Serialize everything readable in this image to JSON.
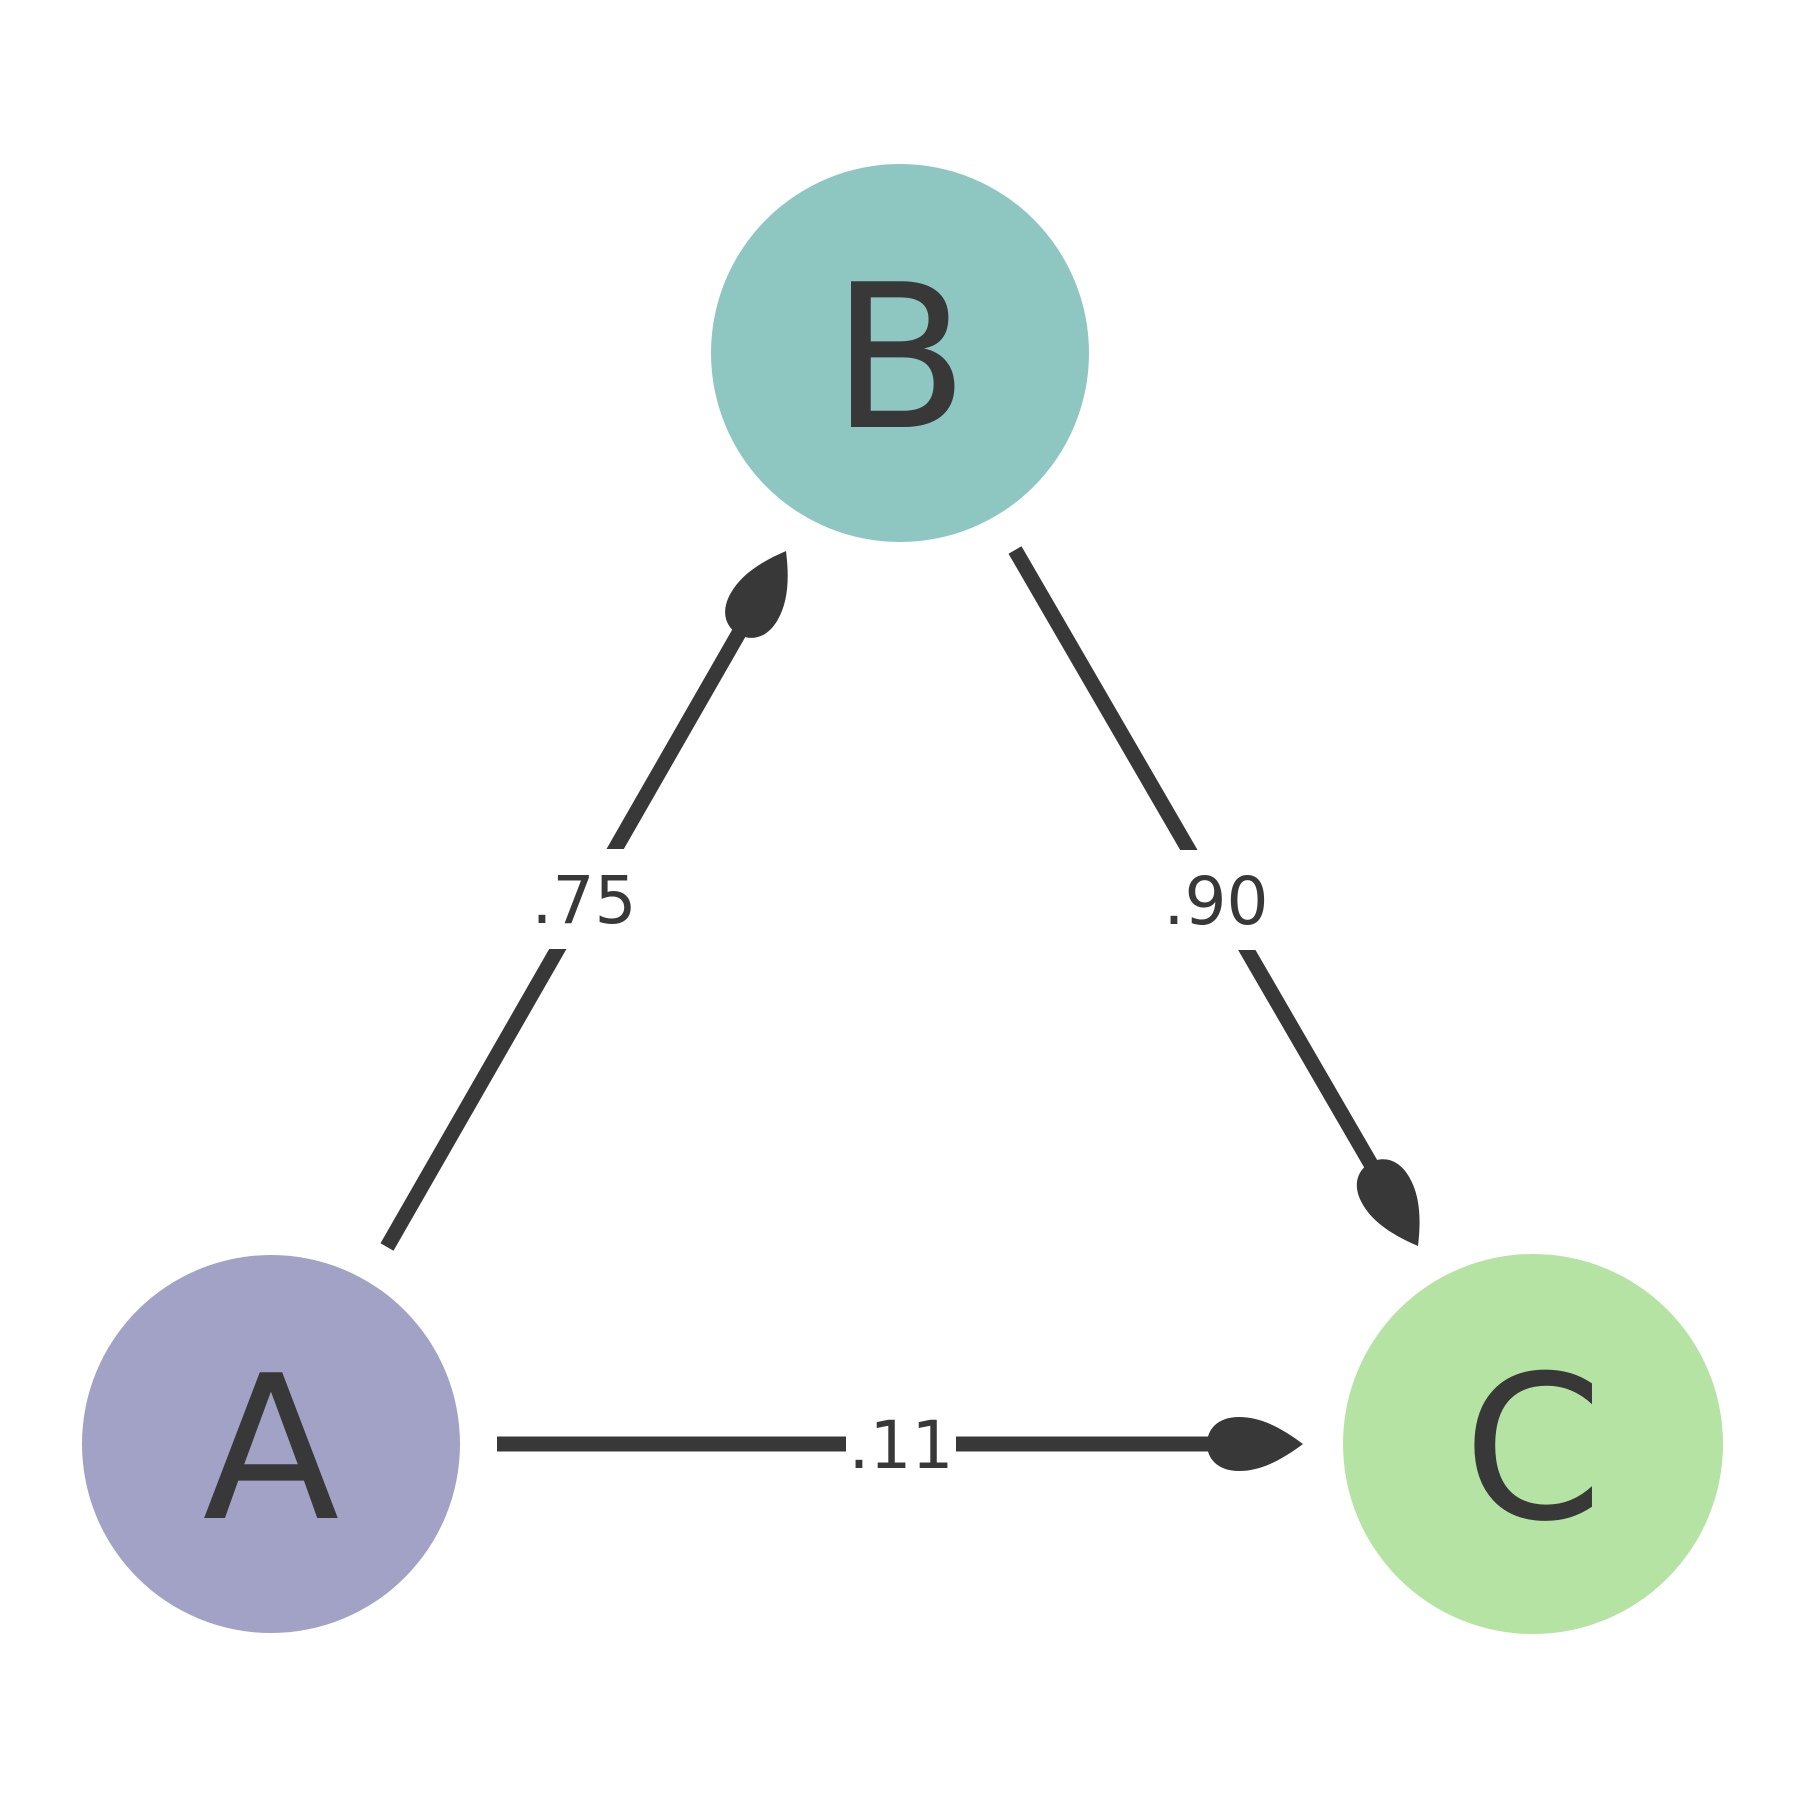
{
  "diagram": {
    "type": "directed-graph",
    "background_color": "#ffffff",
    "edge_color": "#383838",
    "text_color": "#383838",
    "label_background_color": "#ffffff",
    "nodes": [
      {
        "id": "A",
        "label": "A",
        "color": "#a2a1c6",
        "position": "bottom-left"
      },
      {
        "id": "B",
        "label": "B",
        "color": "#8ec6c1",
        "position": "top-center"
      },
      {
        "id": "C",
        "label": "C",
        "color": "#b5e3a3",
        "position": "bottom-right"
      }
    ],
    "edges": [
      {
        "from": "A",
        "to": "B",
        "weight": ".75"
      },
      {
        "from": "B",
        "to": "C",
        "weight": ".90"
      },
      {
        "from": "A",
        "to": "C",
        "weight": ".11"
      }
    ]
  }
}
